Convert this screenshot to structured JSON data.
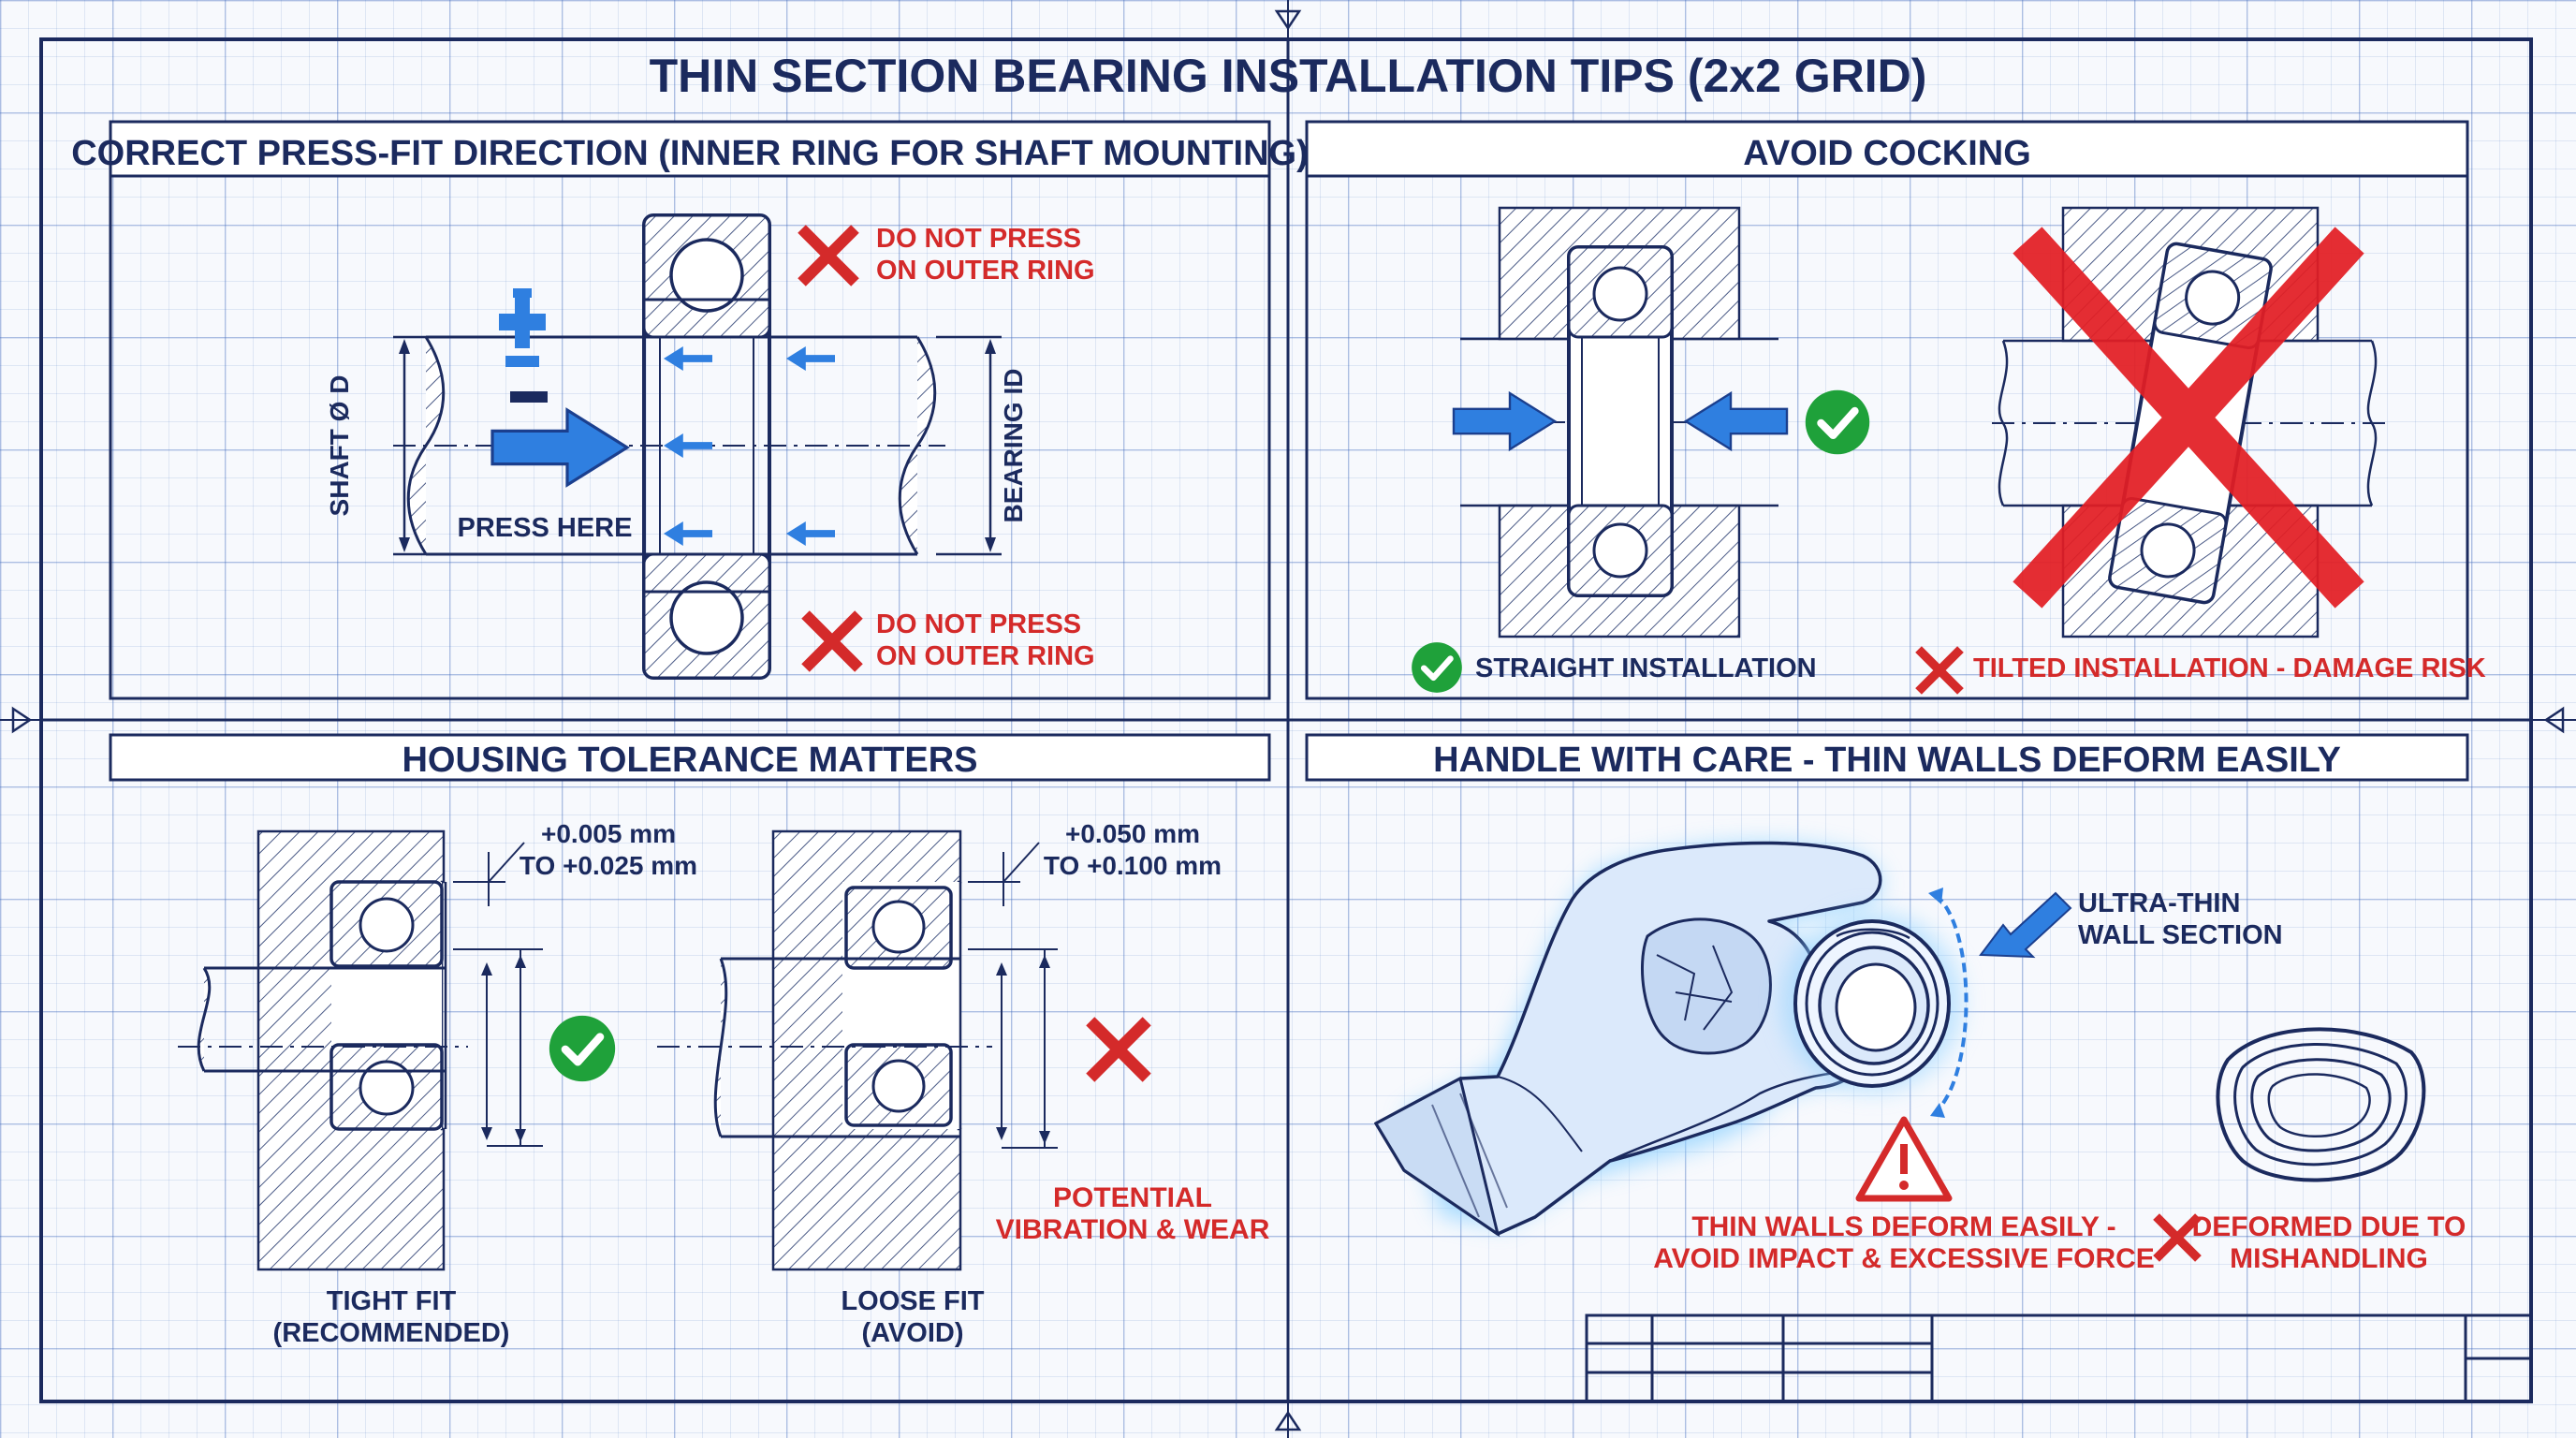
{
  "title": "THIN SECTION BEARING INSTALLATION TIPS (2x2 GRID)",
  "colors": {
    "ink": "#1b2a5e",
    "accent_blue": "#2f7fe0",
    "danger_red": "#d42a2a",
    "ok_green": "#1fa13a",
    "glow": "#8fd2ff"
  },
  "panels": {
    "press_fit": {
      "header": "CORRECT PRESS-FIT DIRECTION (INNER RING FOR SHAFT MOUNTING)",
      "warning_top": [
        "DO NOT PRESS",
        "ON OUTER RING"
      ],
      "warning_bottom": [
        "DO NOT PRESS",
        "ON OUTER RING"
      ],
      "press_label": "PRESS HERE",
      "shaft_dim": "SHAFT Ø D",
      "bearing_dim": "BEARING ID",
      "icons": [
        "press-tool-icon",
        "push-arrow-icon",
        "x-mark-icon"
      ]
    },
    "cocking": {
      "header": "AVOID COCKING",
      "ok_label": "STRAIGHT INSTALLATION",
      "bad_label": "TILTED INSTALLATION - DAMAGE RISK",
      "icons": [
        "check-icon",
        "x-mark-icon",
        "push-arrow-icon"
      ]
    },
    "housing": {
      "header": "HOUSING TOLERANCE MATTERS",
      "tight_tol": [
        "+0.005 mm",
        "TO +0.025 mm"
      ],
      "loose_tol": [
        "+0.050 mm",
        "TO +0.100 mm"
      ],
      "tight_label": [
        "TIGHT FIT",
        "(RECOMMENDED)"
      ],
      "loose_label": [
        "LOOSE FIT",
        "(AVOID)"
      ],
      "loose_warning": [
        "POTENTIAL",
        "VIBRATION & WEAR"
      ],
      "icons": [
        "check-icon",
        "x-mark-icon"
      ]
    },
    "handling": {
      "header": "HANDLE WITH CARE - THIN WALLS DEFORM EASILY",
      "callout": [
        "ULTRA-THIN",
        "WALL SECTION"
      ],
      "warning": [
        "THIN WALLS DEFORM EASILY -",
        "AVOID IMPACT & EXCESSIVE FORCE"
      ],
      "deformed": [
        "DEFORMED DUE TO",
        "MISHANDLING"
      ],
      "icons": [
        "gloved-hand-icon",
        "warning-triangle-icon",
        "x-mark-icon",
        "deformed-ring-icon"
      ]
    }
  }
}
